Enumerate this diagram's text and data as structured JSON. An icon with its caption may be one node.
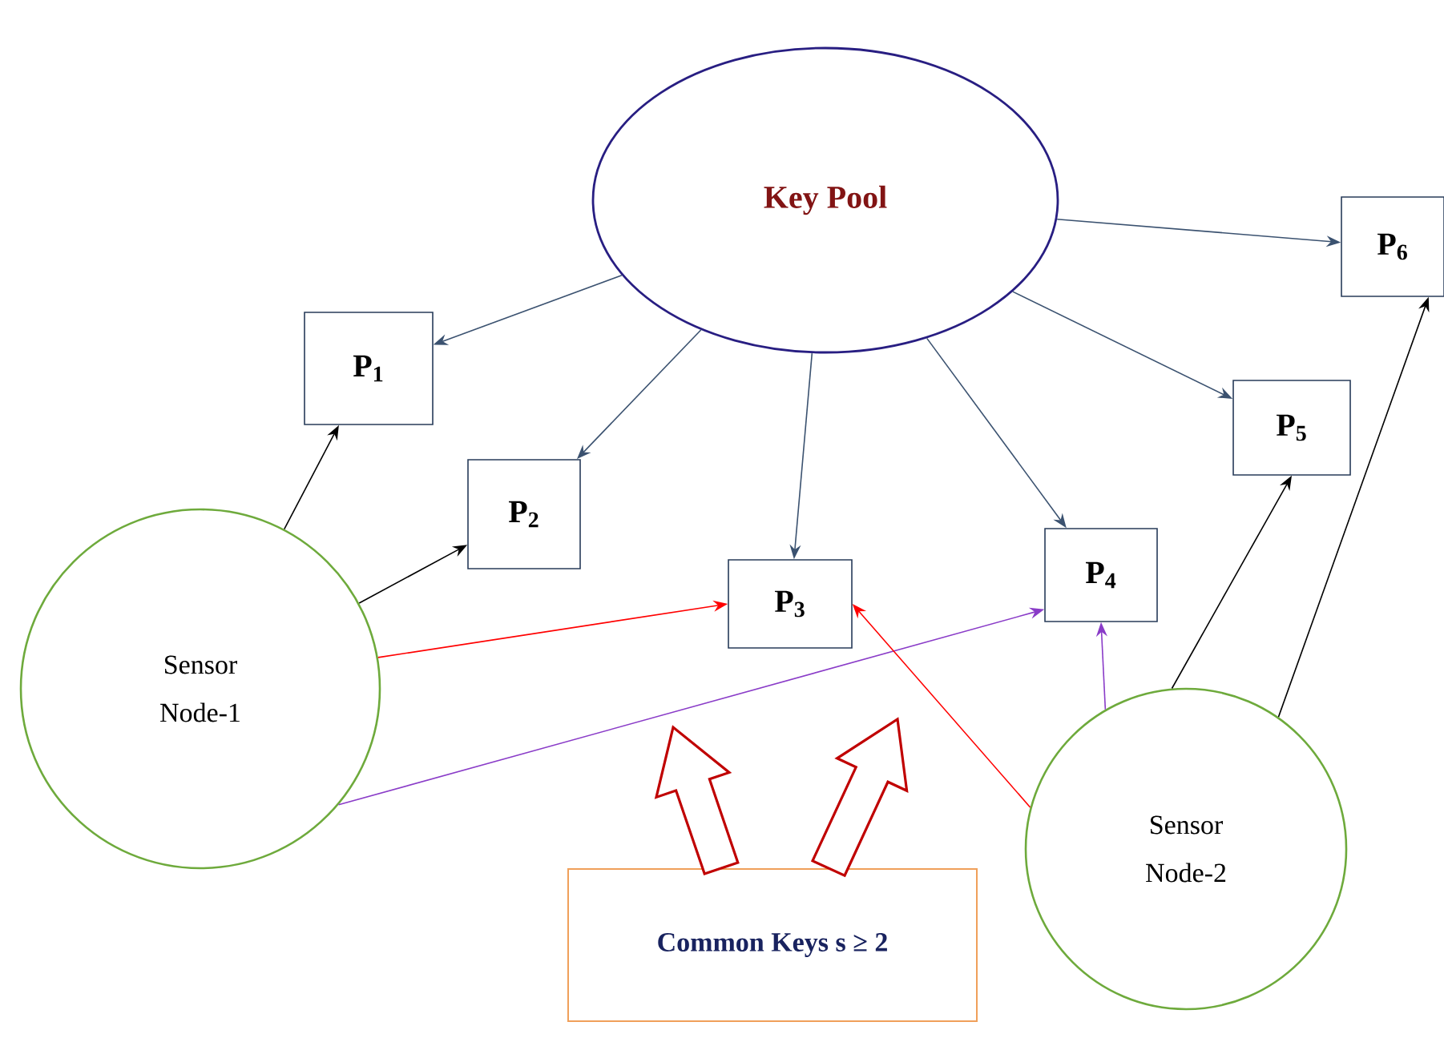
{
  "diagram": {
    "nodes": [
      {
        "text": [
          "Key Pool"
        ]
      },
      {
        "text": [
          "P$_{1}$"
        ]
      },
      {
        "text": [
          "P$_{2}$"
        ]
      },
      {
        "text": [
          "P$_{3}$"
        ]
      },
      {
        "text": [
          "P$_{4}$"
        ]
      },
      {
        "text": [
          "P$_{5}$"
        ]
      },
      {
        "text": [
          "P$_{6}$"
        ]
      },
      {
        "text": [
          "Sensor Node-1"
        ]
      },
      {
        "text": [
          "Sensor Node-2"
        ]
      },
      {
        "text": [
          "Common Keys s ≥ 2"
        ]
      }
    ],
    "edges": [
      {
        "from": 0,
        "to": 1,
        "arrow": "to"
      },
      {
        "from": 0,
        "to": 2,
        "arrow": "to"
      },
      {
        "from": 0,
        "to": 3,
        "arrow": "to"
      },
      {
        "from": 0,
        "to": 4,
        "arrow": "to"
      },
      {
        "from": 0,
        "to": 5,
        "arrow": "to"
      },
      {
        "from": 0,
        "to": 6,
        "arrow": "to"
      },
      {
        "from": 7,
        "to": 1,
        "arrow": "to",
        "color": "#000000"
      },
      {
        "from": 7,
        "to": 2,
        "arrow": "to",
        "color": "#000000"
      },
      {
        "from": 7,
        "to": 3,
        "arrow": "to",
        "color": "#ff0000"
      },
      {
        "from": 7,
        "to": 4,
        "arrow": "to",
        "color": "#8a3cc8"
      },
      {
        "from": 8,
        "to": 3,
        "arrow": "to",
        "color": "#ff0000"
      },
      {
        "from": 8,
        "to": 4,
        "arrow": "to",
        "color": "#8a3cc8"
      },
      {
        "from": 8,
        "to": 5,
        "arrow": "to",
        "color": "#000000"
      },
      {
        "from": 8,
        "to": 6,
        "arrow": "to",
        "color": "#000000"
      },
      {
        "from": 9,
        "to": null,
        "arrow": "to",
        "style": "thick",
        "color": "#c00000"
      },
      {
        "from": 9,
        "to": null,
        "arrow": "to",
        "style": "thick",
        "color": "#c00000"
      }
    ]
  }
}
